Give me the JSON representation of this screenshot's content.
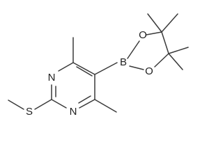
{
  "molecule": {
    "atoms": {
      "nitrogen_upper": "N",
      "nitrogen_lower": "N",
      "sulfur": "S",
      "boron": "B",
      "oxygen_upper": "O",
      "oxygen_lower": "O"
    },
    "colors": {
      "bond": "#3a3a3a",
      "label": "#1f1f1f",
      "background": "#ffffff"
    }
  }
}
